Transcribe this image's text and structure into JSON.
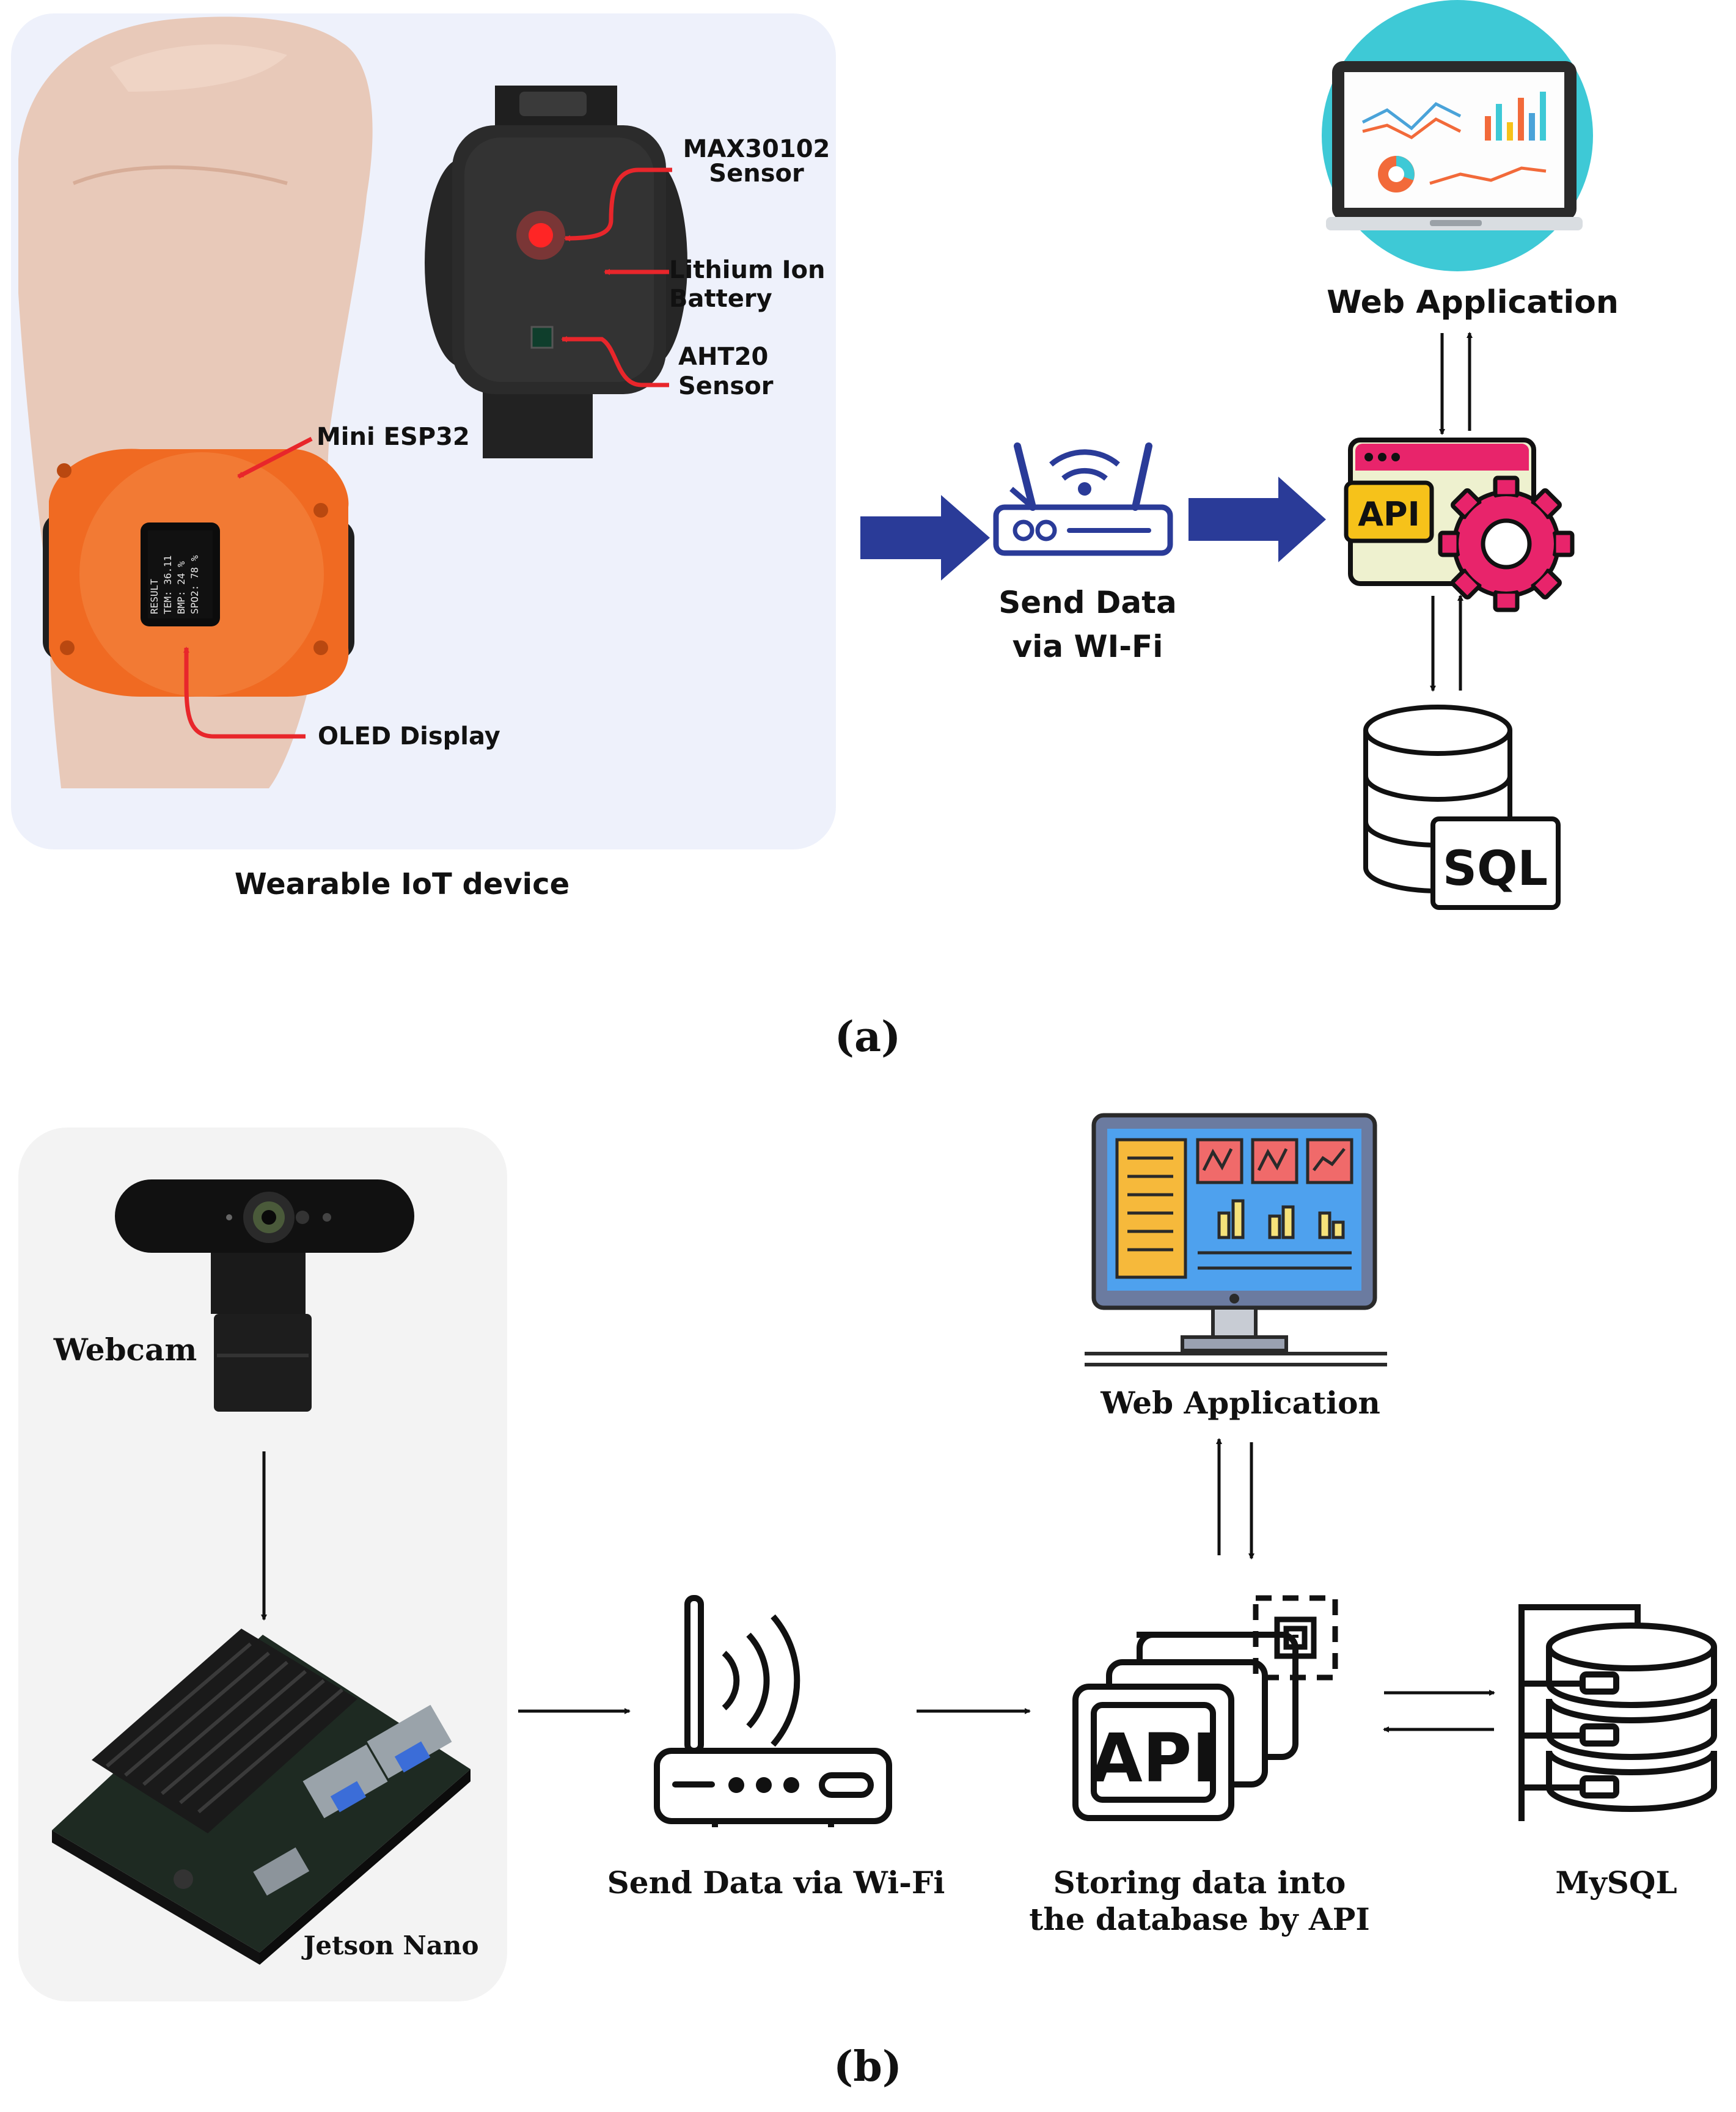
{
  "panel_a": {
    "caption": "(a)",
    "device_caption": "Wearable IoT device",
    "labels": {
      "max_sensor_line1": "MAX30102",
      "max_sensor_line2": "Sensor",
      "battery_line1": "Lithium Ion",
      "battery_line2": "Battery",
      "aht_line1": "AHT20",
      "aht_line2": "Sensor",
      "esp32": "Mini ESP32",
      "oled": "OLED  Display"
    },
    "oled_screen": {
      "line1": "RESULT",
      "line2": "TEM: 36.11",
      "line3": "BMP: 24 %",
      "line4": "SPO2: 78 %"
    },
    "wifi_label_line1": "Send Data",
    "wifi_label_line2": "via WI-Fi",
    "web_app_label": "Web Application",
    "api_badge": "API",
    "sql_badge": "SQL"
  },
  "panel_b": {
    "caption": "(b)",
    "webcam_label": "Webcam",
    "jetson_label": "Jetson Nano",
    "wifi_label": "Send Data via Wi-Fi",
    "api_label_line1": "Storing data into",
    "api_label_line2": "the database by API",
    "api_text": "API",
    "mysql_label": "MySQL",
    "web_app_label": "Web Application"
  },
  "colors": {
    "navy_arrow": "#2a3b98",
    "orange_device": "#f06a22",
    "red_annotation": "#e8262b",
    "api_yellow": "#f6c21a",
    "gear_pink": "#e8246b",
    "monitor_teal": "#3ec9d6",
    "panel_a_bg": "#eef1fb",
    "panel_b_bg": "#f3f3f3"
  }
}
